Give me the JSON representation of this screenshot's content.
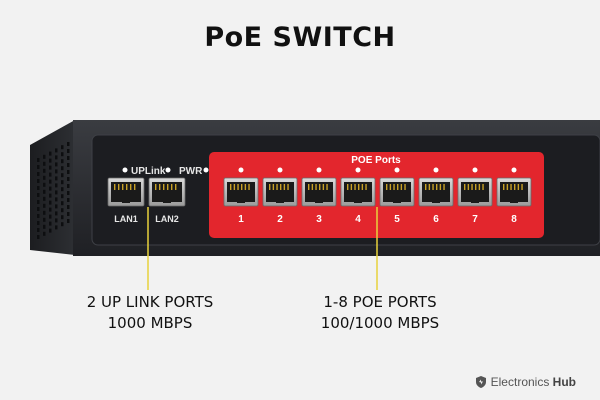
{
  "title": "PoE SWITCH",
  "panel": {
    "uplink_label": "UPLink",
    "pwr_label": "PWR",
    "poe_ports_label": "POE Ports",
    "lan_ports": [
      "LAN1",
      "LAN2"
    ],
    "poe_ports": [
      "1",
      "2",
      "3",
      "4",
      "5",
      "6",
      "7",
      "8"
    ]
  },
  "callouts": {
    "uplink": {
      "line1": "2 UP LINK PORTS",
      "line2": "1000 MBPS"
    },
    "poe": {
      "line1": "1-8 POE PORTS",
      "line2": "100/1000 MBPS"
    }
  },
  "brand": {
    "name_part1": "Electronics",
    "name_part2": "Hub"
  },
  "colors": {
    "poe_panel": "#e3262d",
    "chassis": "#2b2d31",
    "callout_line": "#e8d23c"
  }
}
